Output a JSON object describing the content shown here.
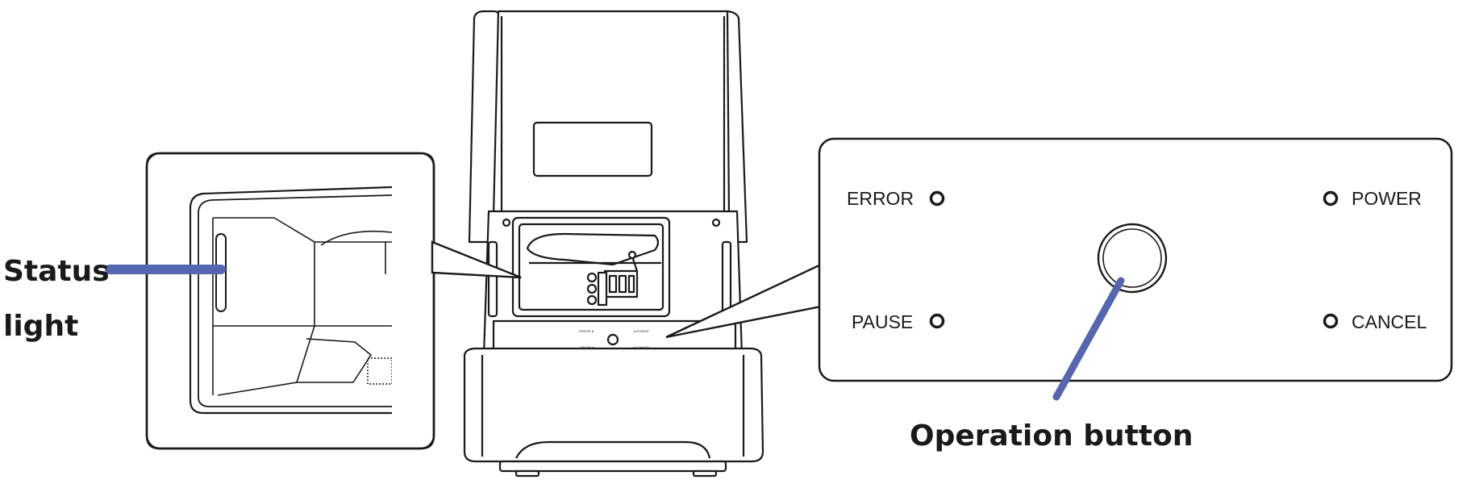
{
  "callouts": {
    "status_light_line1": "Status",
    "status_light_line2": "light",
    "operation_button": "Operation button"
  },
  "panel": {
    "error_label": "ERROR",
    "power_label": "POWER",
    "pause_label": "PAUSE",
    "cancel_label": "CANCEL"
  },
  "colors": {
    "pointer": "#5566b0",
    "outline": "#1a1a1a"
  }
}
